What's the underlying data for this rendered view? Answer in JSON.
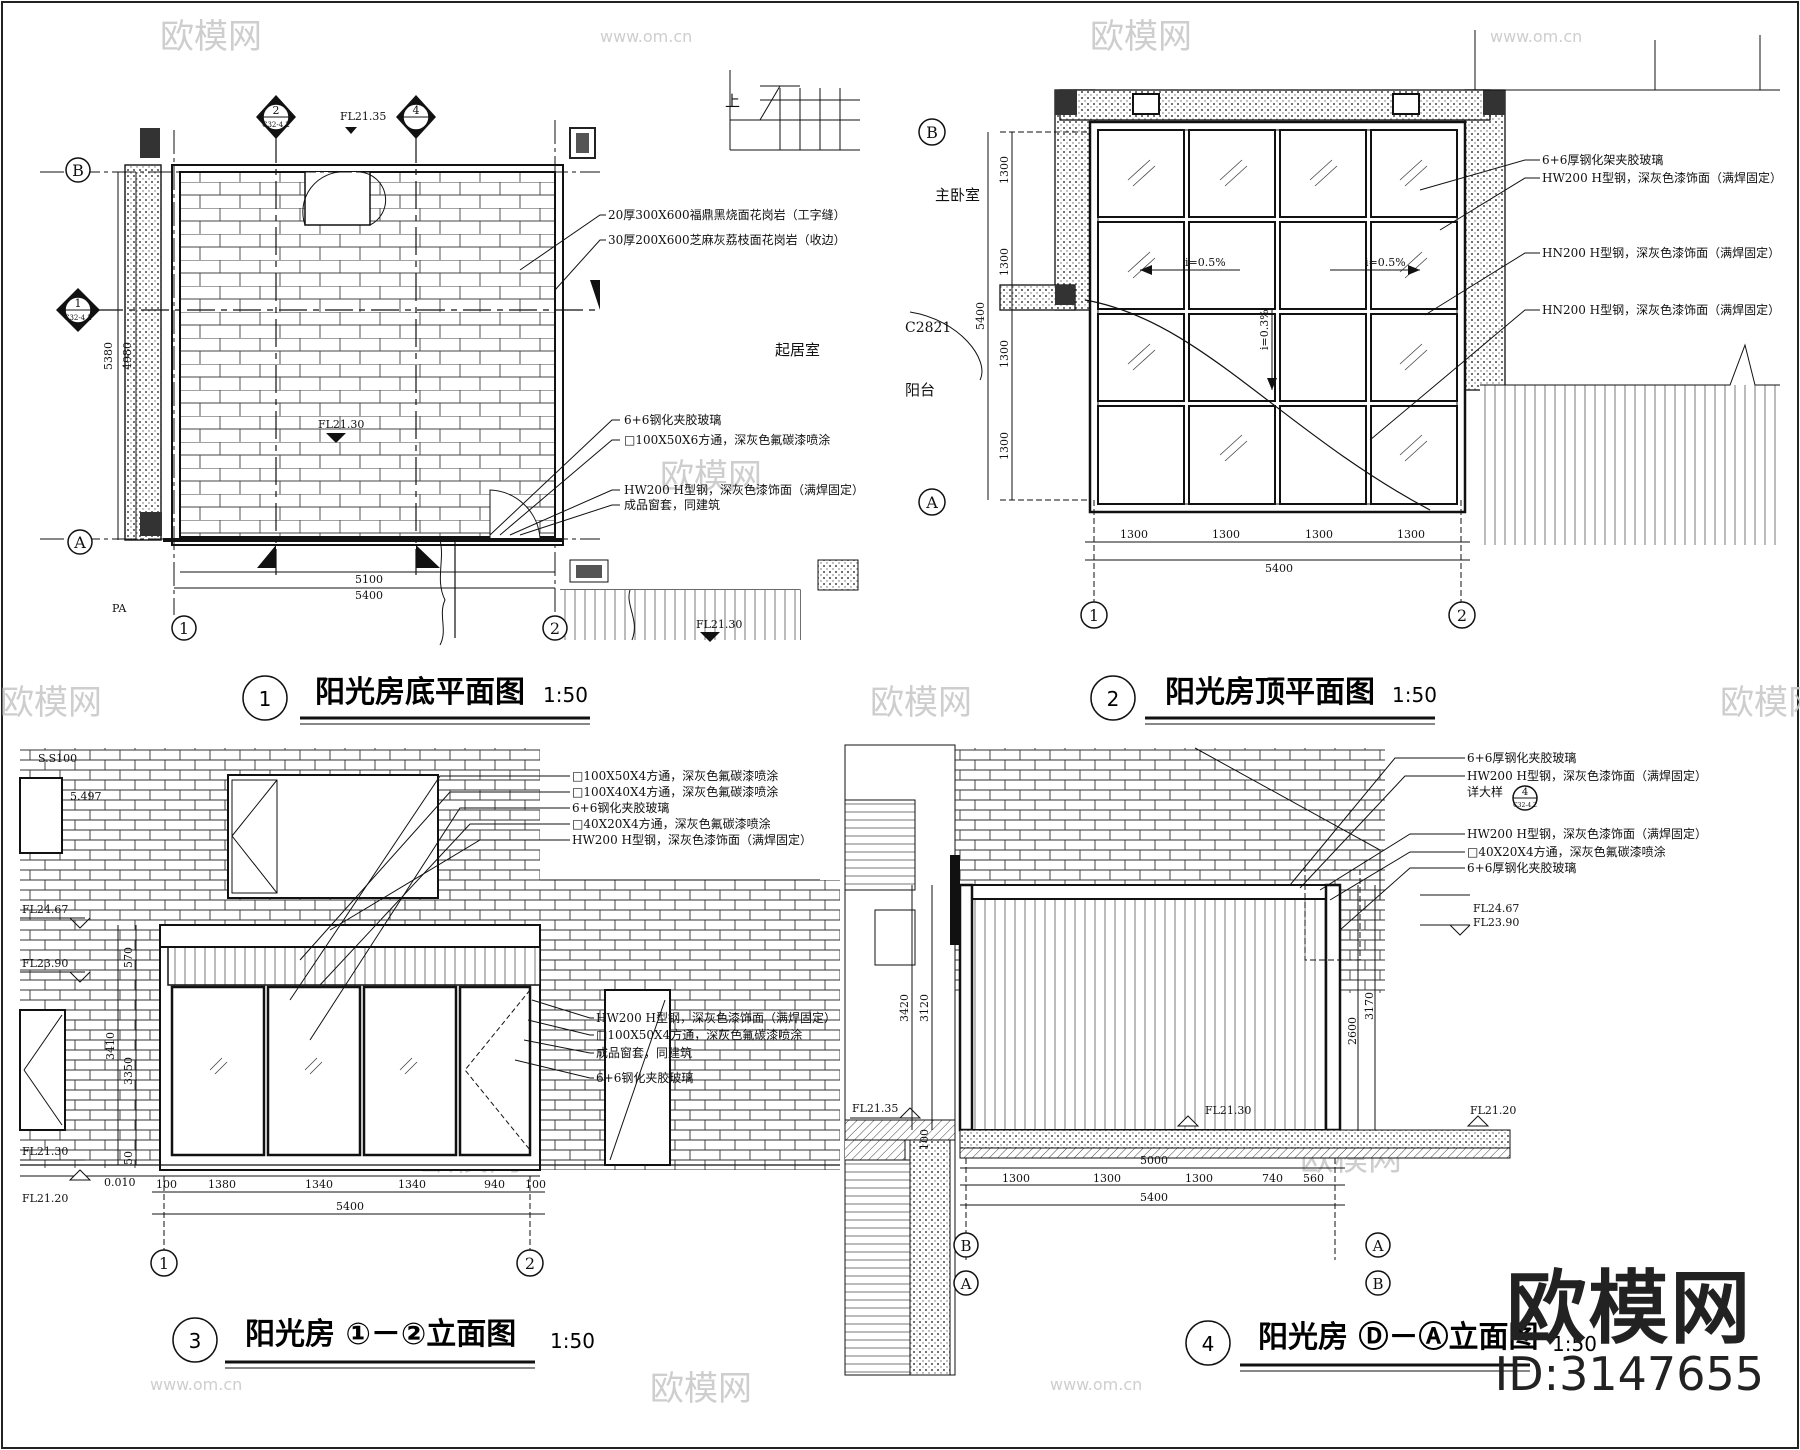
{
  "watermark": {
    "brand": "欧模网",
    "url": "www.om.cn"
  },
  "stamp": {
    "name": "欧模网",
    "id": "ID:3147655"
  },
  "panels": [
    {
      "number": "1",
      "title": "阳光房底平面图",
      "scale": "1:50",
      "axes": [
        "A",
        "B",
        "1",
        "2"
      ],
      "rooms": [
        "起居室"
      ],
      "elevations": [
        "FL21.35",
        "FL21.30",
        "FL21.30"
      ],
      "section_marks": [
        {
          "number": "2",
          "ref": "C32-4.2"
        },
        {
          "number": "4",
          "ref": ""
        },
        {
          "number": "1",
          "ref": "C32-4.2"
        }
      ],
      "annotations": [
        "20厚300X600福鼎黑烧面花岗岩（工字缝）",
        "30厚200X600芝麻灰荔枝面花岗岩（收边）",
        "6+6钢化夹胶玻璃",
        "□100X50X6方通，深灰色氟碳漆喷涂",
        "HW200 H型钢，深灰色漆饰面（满焊固定）",
        "成品窗套，同建筑"
      ],
      "dimensions": [
        "5100",
        "5400",
        "5380",
        "4980",
        "PA",
        "上"
      ]
    },
    {
      "number": "2",
      "title": "阳光房顶平面图",
      "scale": "1:50",
      "axes": [
        "A",
        "B",
        "1",
        "2"
      ],
      "rooms": [
        "主卧室",
        "阳台",
        "C2821"
      ],
      "slopes": [
        "i=0.5%",
        "i=0.5%",
        "i=0.3%"
      ],
      "annotations": [
        "6+6厚钢化架夹胶玻璃",
        "HW200 H型钢，深灰色漆饰面（满焊固定）",
        "HN200 H型钢，深灰色漆饰面（满焊固定）",
        "HN200 H型钢，深灰色漆饰面（满焊固定）"
      ],
      "dimensions": [
        "1300",
        "1300",
        "1300",
        "1300",
        "5400",
        "5400",
        "1300",
        "1300",
        "1300",
        "1300"
      ]
    },
    {
      "number": "3",
      "title": "阳光房 ①－②立面图",
      "scale": "1:50",
      "axes": [
        "1",
        "2"
      ],
      "elevations": [
        "S.S100",
        "5.497",
        "FL24.67",
        "FL23.90",
        "FL21.30",
        "FL21.20",
        "0.010"
      ],
      "annotations_top": [
        "□100X50X4方通，深灰色氟碳漆喷涂",
        "□100X40X4方通，深灰色氟碳漆喷涂",
        "6+6钢化夹胶玻璃",
        "□40X20X4方通，深灰色氟碳漆喷涂",
        "HW200 H型钢，深灰色漆饰面（满焊固定）"
      ],
      "annotations_side": [
        "HW200 H型钢，深灰色漆饰面（满焊固定）",
        "□100X50X4方通，深灰色氟碳漆喷涂",
        "成品窗套，同建筑",
        "6+6钢化夹胶玻璃"
      ],
      "dimensions": [
        "100",
        "1380",
        "1340",
        "1340",
        "940",
        "100",
        "5400",
        "570",
        "3350",
        "3410",
        "50"
      ]
    },
    {
      "number": "4",
      "title": "阳光房 Ⓓ－Ⓐ立面图",
      "scale": "1:50",
      "axes": [
        "B",
        "A",
        "A",
        "B"
      ],
      "elevations": [
        "FL24.67",
        "FL23.90",
        "FL21.35",
        "FL21.30",
        "FL21.20"
      ],
      "annotations": [
        "6+6厚钢化夹胶玻璃",
        "HW200 H型钢，深灰色漆饰面（满焊固定）",
        "详大样",
        "HW200 H型钢，深灰色漆饰面（满焊固定）",
        "□40X20X4方通，深灰色氟碳漆喷涂",
        "6+6厚钢化夹胶玻璃"
      ],
      "detail_mark": {
        "number": "4",
        "ref": "C32-4.2"
      },
      "dimensions": [
        "1300",
        "1300",
        "1300",
        "740",
        "560",
        "5000",
        "5400",
        "3120",
        "3420",
        "2600",
        "3170",
        "100"
      ]
    }
  ]
}
